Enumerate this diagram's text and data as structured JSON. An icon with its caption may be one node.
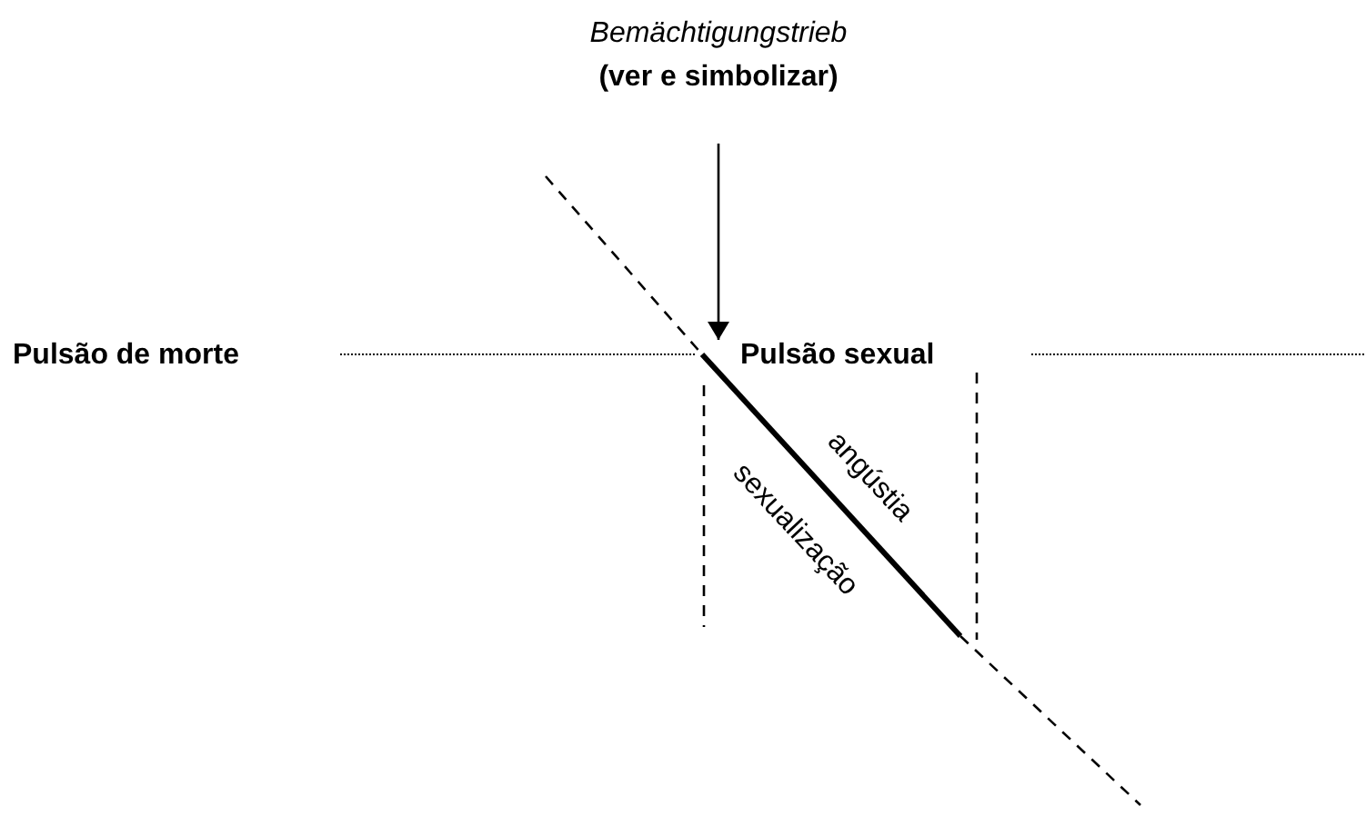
{
  "diagram": {
    "nodes": [
      {
        "text": [
          "Bemächtigungstrieb",
          "(ver e simbolizar)"
        ]
      },
      {
        "text": [
          "Pulsão sexual"
        ]
      }
    ],
    "edges": [
      {
        "from": 0,
        "to": 1,
        "arrow": "to"
      }
    ],
    "labels": [
      "Pulsão de morte",
      "angústia",
      "sexualização"
    ]
  }
}
